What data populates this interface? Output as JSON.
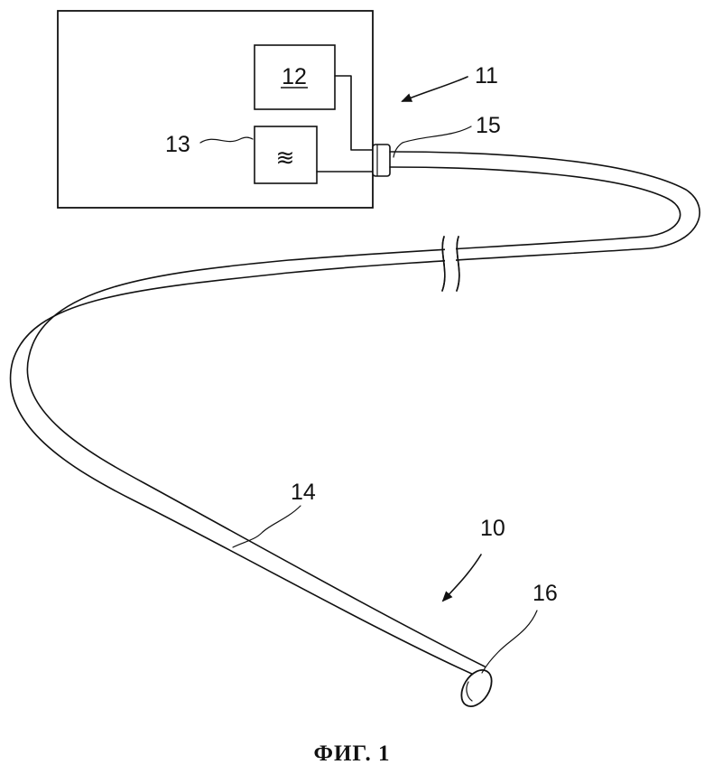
{
  "figure": {
    "caption": "ФИГ. 1",
    "labels": {
      "device": "11",
      "unit_12": "12",
      "unit_13": "13",
      "symbol_13": "≋",
      "connector": "15",
      "fiber": "14",
      "assembly": "10",
      "tip": "16"
    }
  }
}
